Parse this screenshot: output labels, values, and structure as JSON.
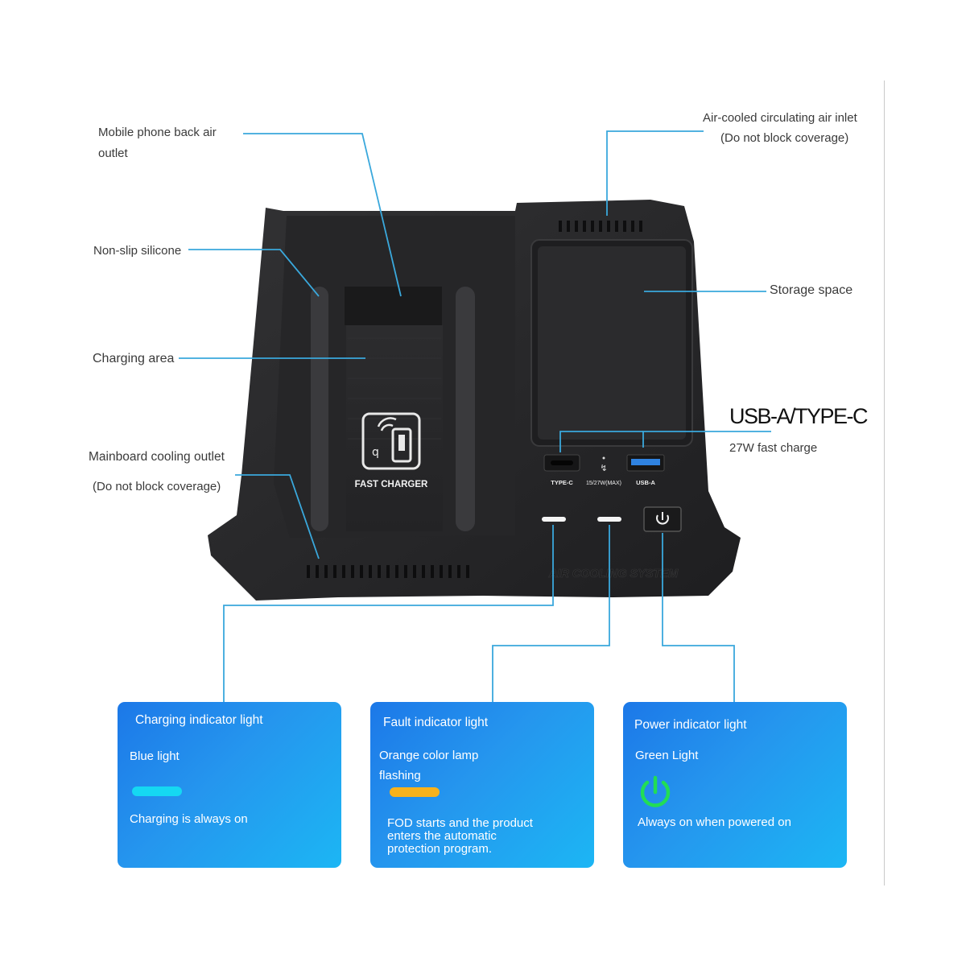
{
  "labels": {
    "phone_back_outlet_1": "Mobile phone back air",
    "phone_back_outlet_2": "outlet",
    "non_slip": "Non-slip silicone",
    "charging_area": "Charging area",
    "mainboard_outlet": "Mainboard cooling outlet",
    "mainboard_outlet_note": "(Do not block coverage)",
    "air_inlet": "Air-cooled circulating air inlet",
    "air_inlet_note": "(Do not block coverage)",
    "storage": "Storage space",
    "usb_title": "USB-A/TYPE-C",
    "usb_sub": "27W fast charge"
  },
  "device": {
    "fast_charger": "FAST CHARGER",
    "type_c": "TYPE-C",
    "power_rating": "15/27W(MAX)",
    "usb_a": "USB-A",
    "air_cooling": "AIR COOLING SYSTEM"
  },
  "cards": [
    {
      "title": "Charging indicator light",
      "state": "Blue light",
      "desc": "Charging is always on",
      "color": "#15d8f2"
    },
    {
      "title": "Fault indicator light",
      "state_1": "Orange color lamp",
      "state_2": "flashing",
      "desc_1": "FOD starts and the product",
      "desc_2": "enters the automatic",
      "desc_3": "protection program.",
      "color": "#f7b21c"
    },
    {
      "title": "Power indicator light",
      "state": "Green Light",
      "desc": "Always on when powered on",
      "color": "#22dd55"
    }
  ],
  "colors": {
    "leader_line": "#3aa8dc",
    "device_body": "#2a2a2c"
  }
}
